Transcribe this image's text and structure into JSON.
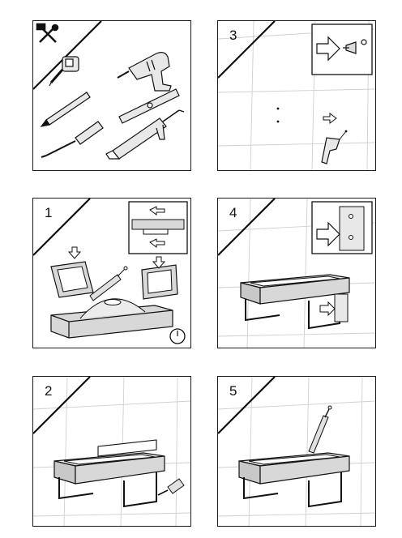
{
  "steps": [
    {
      "number": "1"
    },
    {
      "number": "2"
    },
    {
      "number": "3"
    },
    {
      "number": "4"
    },
    {
      "number": "5"
    }
  ],
  "icons": {
    "tools_panel": [
      "tools-icon",
      "tape-measure-icon",
      "drill-icon",
      "pencil-icon",
      "level-icon",
      "screwdriver-icon",
      "caulking-gun-icon"
    ],
    "timer": "clock-icon"
  }
}
